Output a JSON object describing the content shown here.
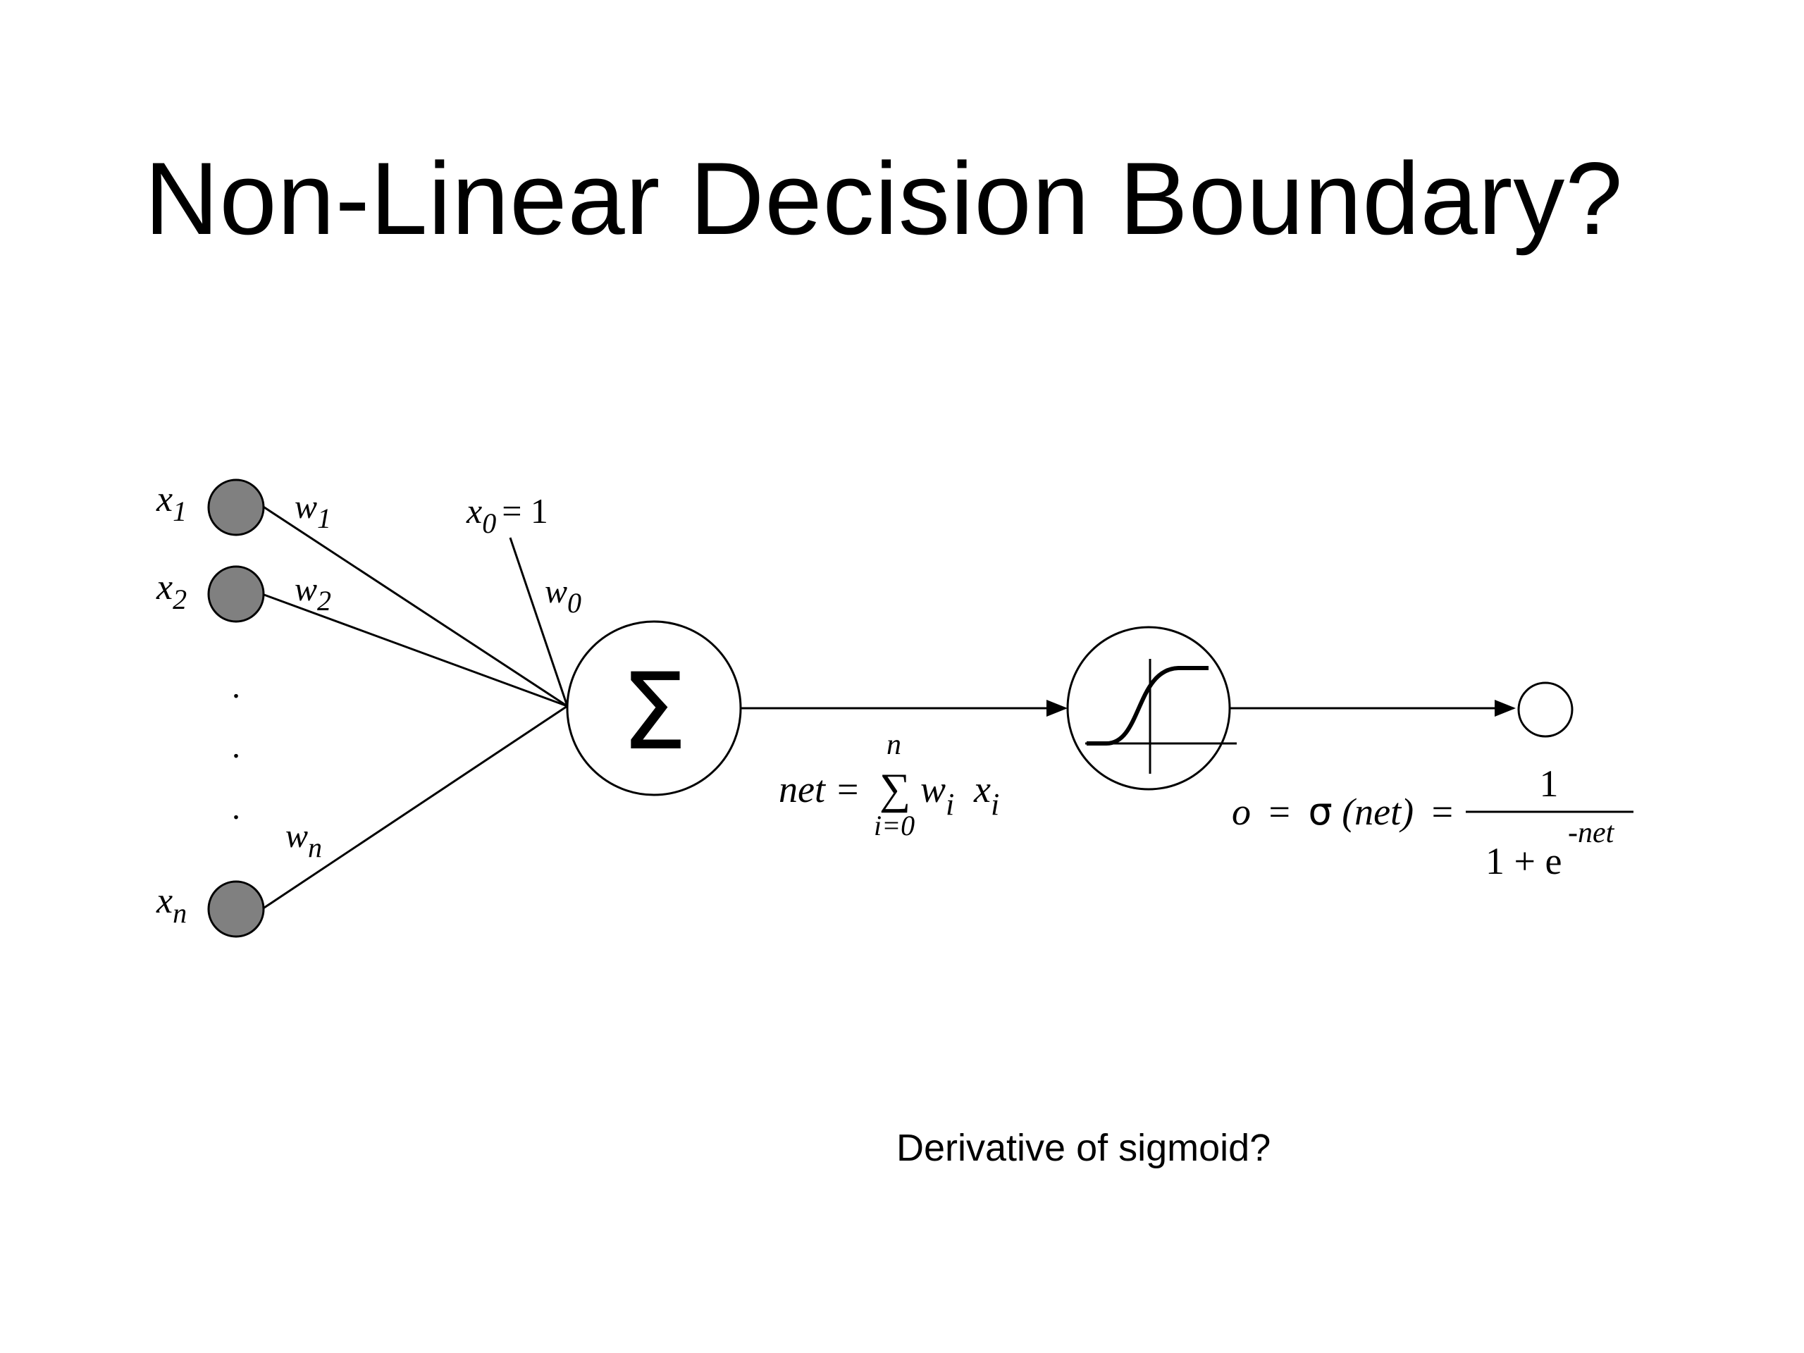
{
  "slide": {
    "title": "Non-Linear Decision Boundary?",
    "caption": "Derivative of sigmoid?"
  },
  "diagram": {
    "inputs": [
      {
        "var": "x",
        "sub": "1",
        "weight_var": "w",
        "weight_sub": "1"
      },
      {
        "var": "x",
        "sub": "2",
        "weight_var": "w",
        "weight_sub": "2"
      },
      {
        "var": "x",
        "sub": "n",
        "weight_var": "w",
        "weight_sub": "n"
      }
    ],
    "bias": {
      "var": "x",
      "sub": "0",
      "eq": "= 1",
      "weight_var": "w",
      "weight_sub": "0"
    },
    "ellipsis": ".",
    "summation": {
      "symbol": "Σ"
    },
    "net_formula": {
      "lhs": "net =",
      "sum": "∑",
      "upper": "n",
      "lower": "i=0",
      "w": "w",
      "w_sub": "i",
      "x": "x",
      "x_sub": "i"
    },
    "sigmoid_formula": {
      "lhs_o": "o",
      "eq1": "=",
      "sigma": "σ",
      "arg": "(net)",
      "eq2": "=",
      "numerator": "1",
      "denominator": "1 + e",
      "exponent": "-net"
    },
    "colors": {
      "input_node": "#808080",
      "stroke": "#000000"
    }
  }
}
